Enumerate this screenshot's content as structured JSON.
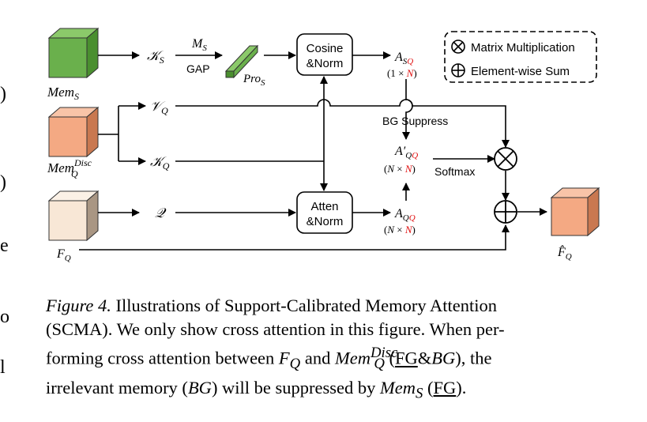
{
  "nodes": {
    "mem_s_label": "Mem_S",
    "mem_q_label": "Mem_Q^Disc",
    "f_q_label": "F_Q",
    "f_q_hat_label": "F̂_Q",
    "k_s": "𝒦_S",
    "m_s": "M_S",
    "gap": "GAP",
    "pro_s": "Pro_S",
    "v_q": "𝒱_Q",
    "k_q": "𝒦_Q",
    "q": "𝒬",
    "cosine_norm_1": "Cosine",
    "cosine_norm_2": "&Norm",
    "atten_norm_1": "Atten",
    "atten_norm_2": "&Norm",
    "a_sq": "A_SQ",
    "a_sq_dim": "(1 × N)",
    "bg_suppress": "BG Suppress",
    "a_prime_qq": "A′_QQ",
    "a_prime_qq_dim": "(N × N)",
    "softmax": "Softmax",
    "a_qq": "A_QQ",
    "a_qq_dim": "(N × N)"
  },
  "legend": {
    "matrix_mult": "Matrix Multiplication",
    "elementwise_sum": "Element-wise Sum"
  },
  "colors": {
    "green_front": "#6ab04c",
    "orange_front": "#f4a983",
    "cream_front": "#f8e7d6",
    "red_dim": "#e01010"
  },
  "caption": {
    "label": "Figure 4.",
    "line1": "Illustrations of Support-Calibrated Memory Attention",
    "line2": "(SCMA). We only show cross attention in this figure. When per-",
    "line3a": "forming cross attention between",
    "line3_fq": "F",
    "line3_fq_sub": "Q",
    "line3b": "and",
    "line3_mem": "Mem",
    "line3_mem_sub": "Q",
    "line3_mem_sup": "Disc",
    "line3_fg": "FG",
    "line3_amp": "&",
    "line3_bg": "BG",
    "line3c": "), the",
    "line4a": "irrelevant memory (",
    "line4_bg": "BG",
    "line4b": ") will be suppressed by",
    "line4_mem": "Mem",
    "line4_mem_sub": "S",
    "line4_fg": "FG",
    "line4c": ")."
  },
  "margin_chars": [
    ")",
    ")",
    "e",
    "o",
    "l"
  ]
}
